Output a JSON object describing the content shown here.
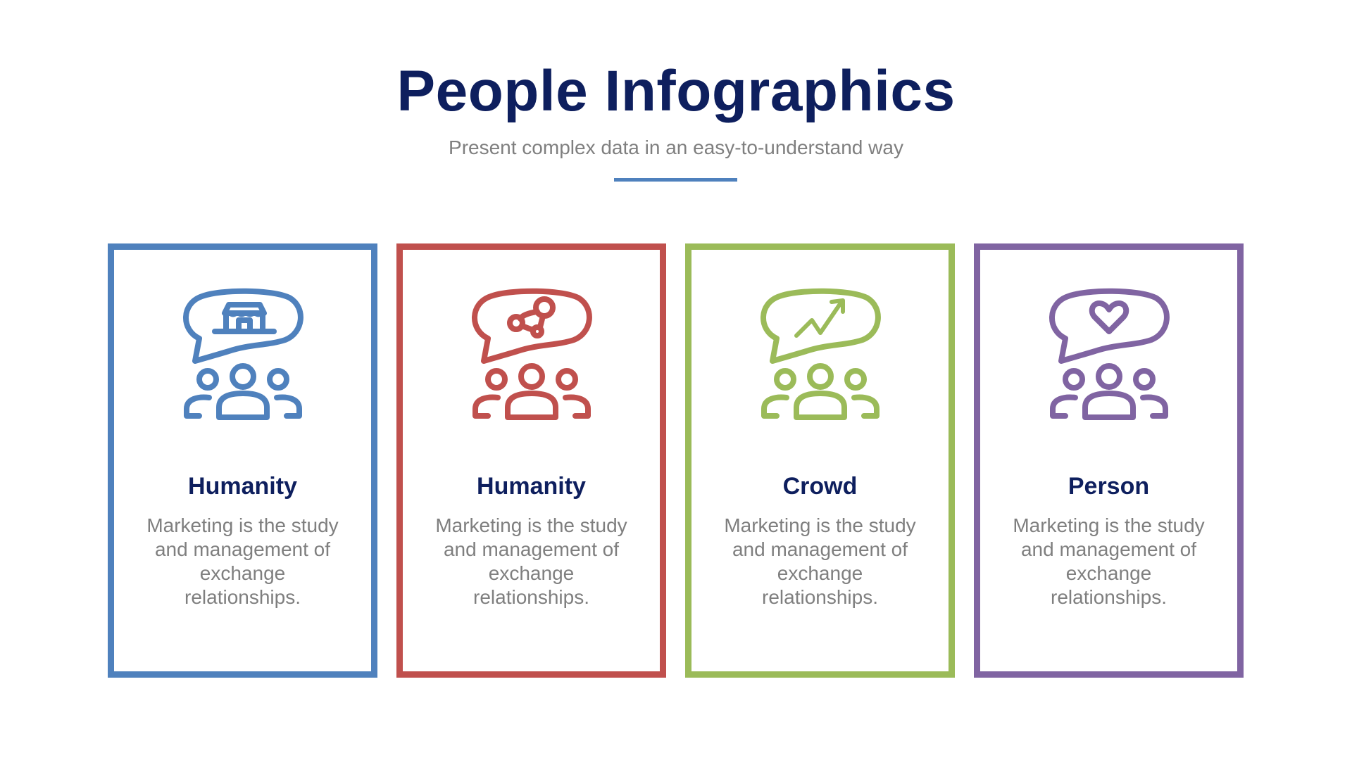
{
  "header": {
    "title": "People Infographics",
    "subtitle": "Present complex data in an easy-to-understand way",
    "divider_color": "#4f81bd"
  },
  "cards": [
    {
      "title": "Humanity",
      "body": "Marketing is the study and management of exchange relationships.",
      "color": "#4f81bd",
      "icon": "people-speech-store-icon"
    },
    {
      "title": "Humanity",
      "body": "Marketing is the study and management of exchange relationships.",
      "color": "#c0504d",
      "icon": "people-speech-network-icon"
    },
    {
      "title": "Crowd",
      "body": "Marketing is the study and management of exchange relationships.",
      "color": "#9bbb59",
      "icon": "people-speech-growth-icon"
    },
    {
      "title": "Person",
      "body": "Marketing is the study and management of exchange relationships.",
      "color": "#8064a2",
      "icon": "people-speech-heart-icon"
    }
  ]
}
